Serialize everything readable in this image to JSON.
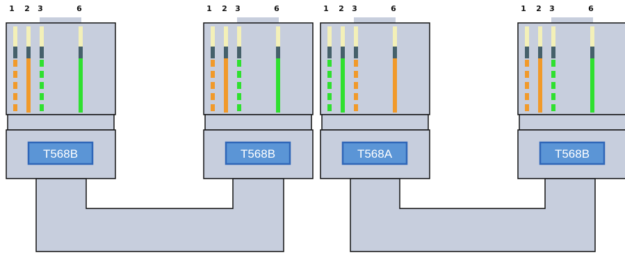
{
  "colors": {
    "body": "#c7cedd",
    "outline": "#111111",
    "label_bg": "#5b95d6",
    "label_border": "#2f66b8",
    "label_text": "#ffffff",
    "contact_top": "#f3f0b8",
    "contact_mid": "#45606a",
    "orange": "#f19a2a",
    "green": "#2fe02f"
  },
  "pin_labels": [
    "1",
    "2",
    "3",
    "6"
  ],
  "connectors": [
    {
      "standard": "T568B",
      "wires": [
        {
          "pin": "1",
          "color": "orange",
          "style": "striped"
        },
        {
          "pin": "2",
          "color": "orange",
          "style": "solid"
        },
        {
          "pin": "3",
          "color": "green",
          "style": "striped"
        },
        {
          "pin": "6",
          "color": "green",
          "style": "solid"
        }
      ]
    },
    {
      "standard": "T568B",
      "wires": [
        {
          "pin": "1",
          "color": "orange",
          "style": "striped"
        },
        {
          "pin": "2",
          "color": "orange",
          "style": "solid"
        },
        {
          "pin": "3",
          "color": "green",
          "style": "striped"
        },
        {
          "pin": "6",
          "color": "green",
          "style": "solid"
        }
      ]
    },
    {
      "standard": "T568A",
      "wires": [
        {
          "pin": "1",
          "color": "green",
          "style": "striped"
        },
        {
          "pin": "2",
          "color": "green",
          "style": "solid"
        },
        {
          "pin": "3",
          "color": "orange",
          "style": "striped"
        },
        {
          "pin": "6",
          "color": "orange",
          "style": "solid"
        }
      ]
    },
    {
      "standard": "T568B",
      "wires": [
        {
          "pin": "1",
          "color": "orange",
          "style": "striped"
        },
        {
          "pin": "2",
          "color": "orange",
          "style": "solid"
        },
        {
          "pin": "3",
          "color": "green",
          "style": "striped"
        },
        {
          "pin": "6",
          "color": "green",
          "style": "solid"
        }
      ]
    }
  ],
  "cables": [
    {
      "from": 0,
      "to": 1
    },
    {
      "from": 2,
      "to": 3
    }
  ]
}
